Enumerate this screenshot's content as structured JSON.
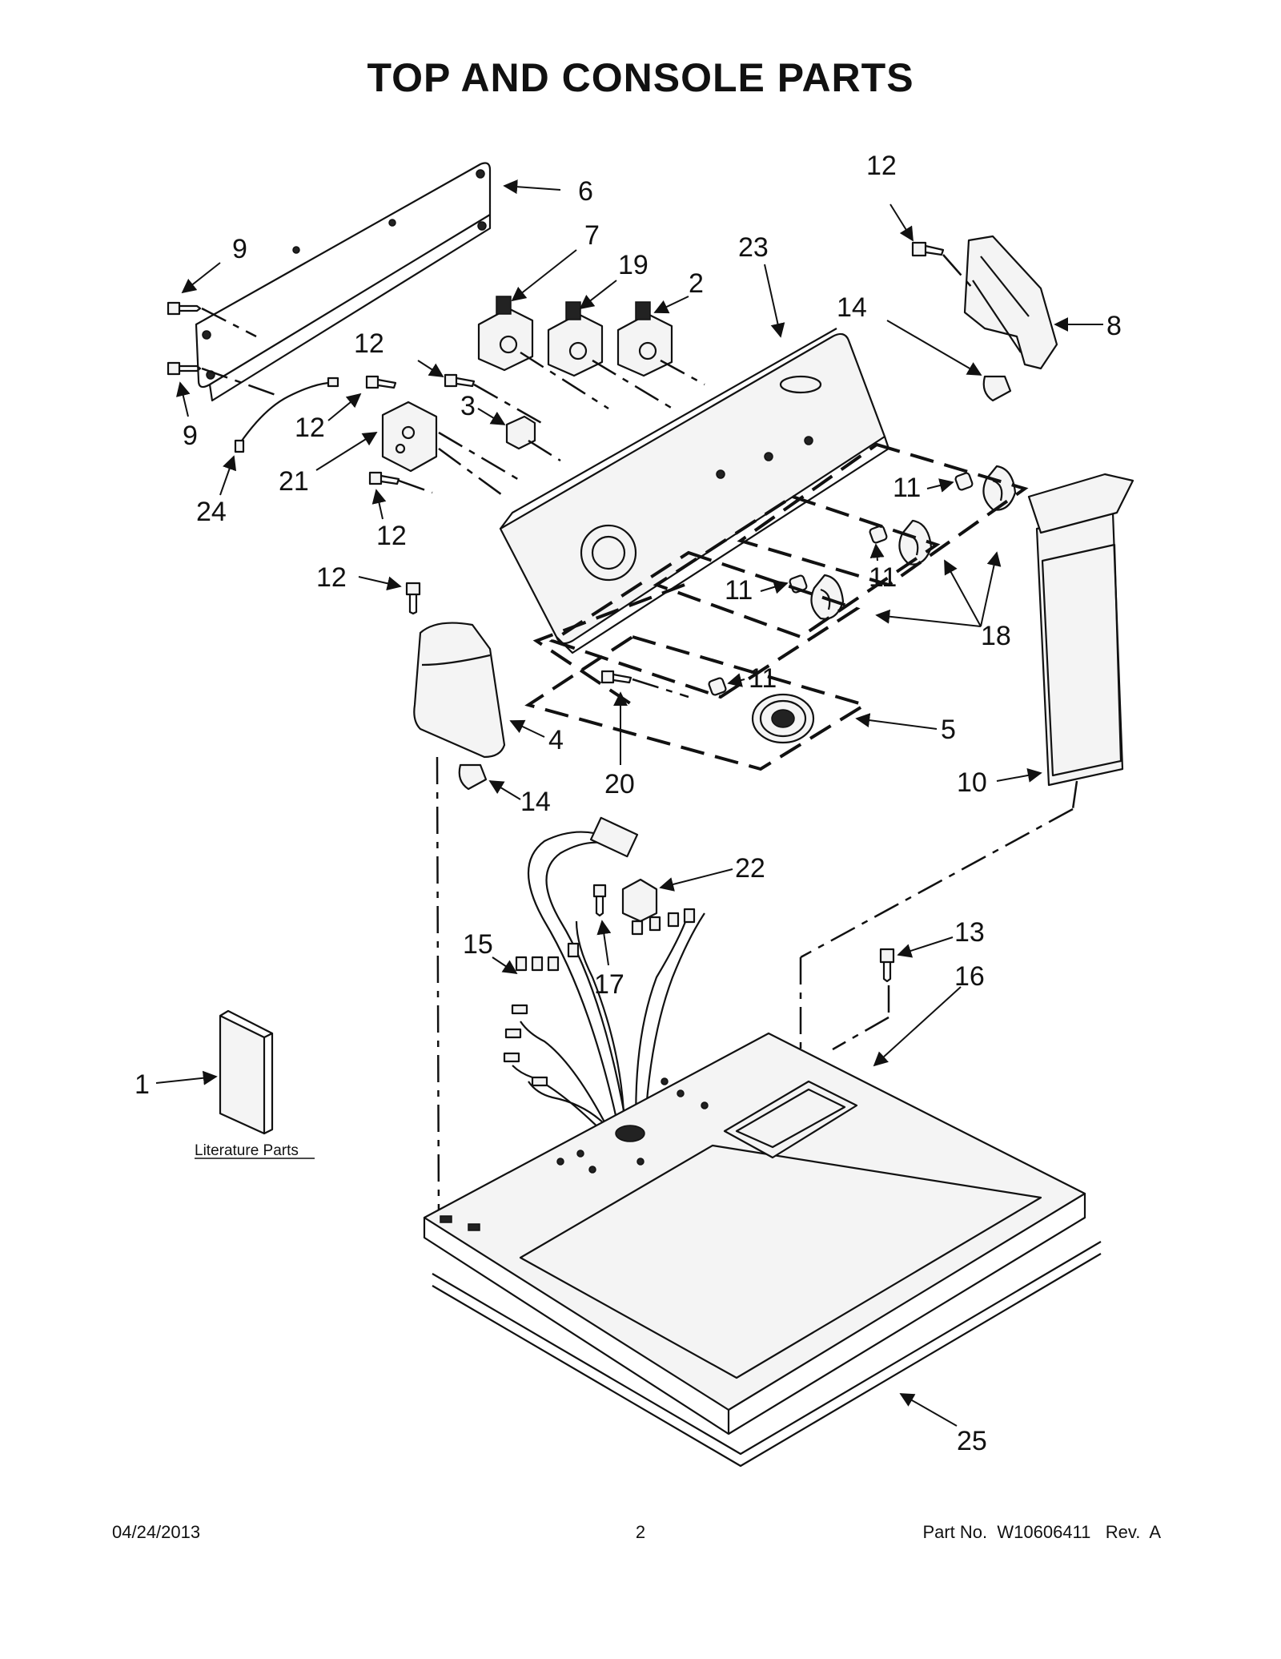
{
  "title": "TOP AND CONSOLE PARTS",
  "callouts": [
    {
      "id": "c6",
      "text": "6"
    },
    {
      "id": "c9a",
      "text": "9"
    },
    {
      "id": "c9b",
      "text": "9"
    },
    {
      "id": "c7",
      "text": "7"
    },
    {
      "id": "c19",
      "text": "19"
    },
    {
      "id": "c2",
      "text": "2"
    },
    {
      "id": "c23",
      "text": "23"
    },
    {
      "id": "c12a",
      "text": "12"
    },
    {
      "id": "c8",
      "text": "8"
    },
    {
      "id": "c14a",
      "text": "14"
    },
    {
      "id": "c12b",
      "text": "12"
    },
    {
      "id": "c3",
      "text": "3"
    },
    {
      "id": "c12c",
      "text": "12"
    },
    {
      "id": "c21",
      "text": "21"
    },
    {
      "id": "c24",
      "text": "24"
    },
    {
      "id": "c12d",
      "text": "12"
    },
    {
      "id": "c11a",
      "text": "11"
    },
    {
      "id": "c11b",
      "text": "11"
    },
    {
      "id": "c11c",
      "text": "11"
    },
    {
      "id": "c18",
      "text": "18"
    },
    {
      "id": "c12e",
      "text": "12"
    },
    {
      "id": "c11d",
      "text": "11"
    },
    {
      "id": "c4",
      "text": "4"
    },
    {
      "id": "c5",
      "text": "5"
    },
    {
      "id": "c20",
      "text": "20"
    },
    {
      "id": "c14b",
      "text": "14"
    },
    {
      "id": "c10",
      "text": "10"
    },
    {
      "id": "c22",
      "text": "22"
    },
    {
      "id": "c13",
      "text": "13"
    },
    {
      "id": "c16",
      "text": "16"
    },
    {
      "id": "c15",
      "text": "15"
    },
    {
      "id": "c17",
      "text": "17"
    },
    {
      "id": "c1",
      "text": "1"
    },
    {
      "id": "c25",
      "text": "25"
    }
  ],
  "literature_label": "Literature Parts",
  "footer": {
    "date": "04/24/2013",
    "page": "2",
    "part": "Part No.  W10606411   Rev.  A"
  }
}
